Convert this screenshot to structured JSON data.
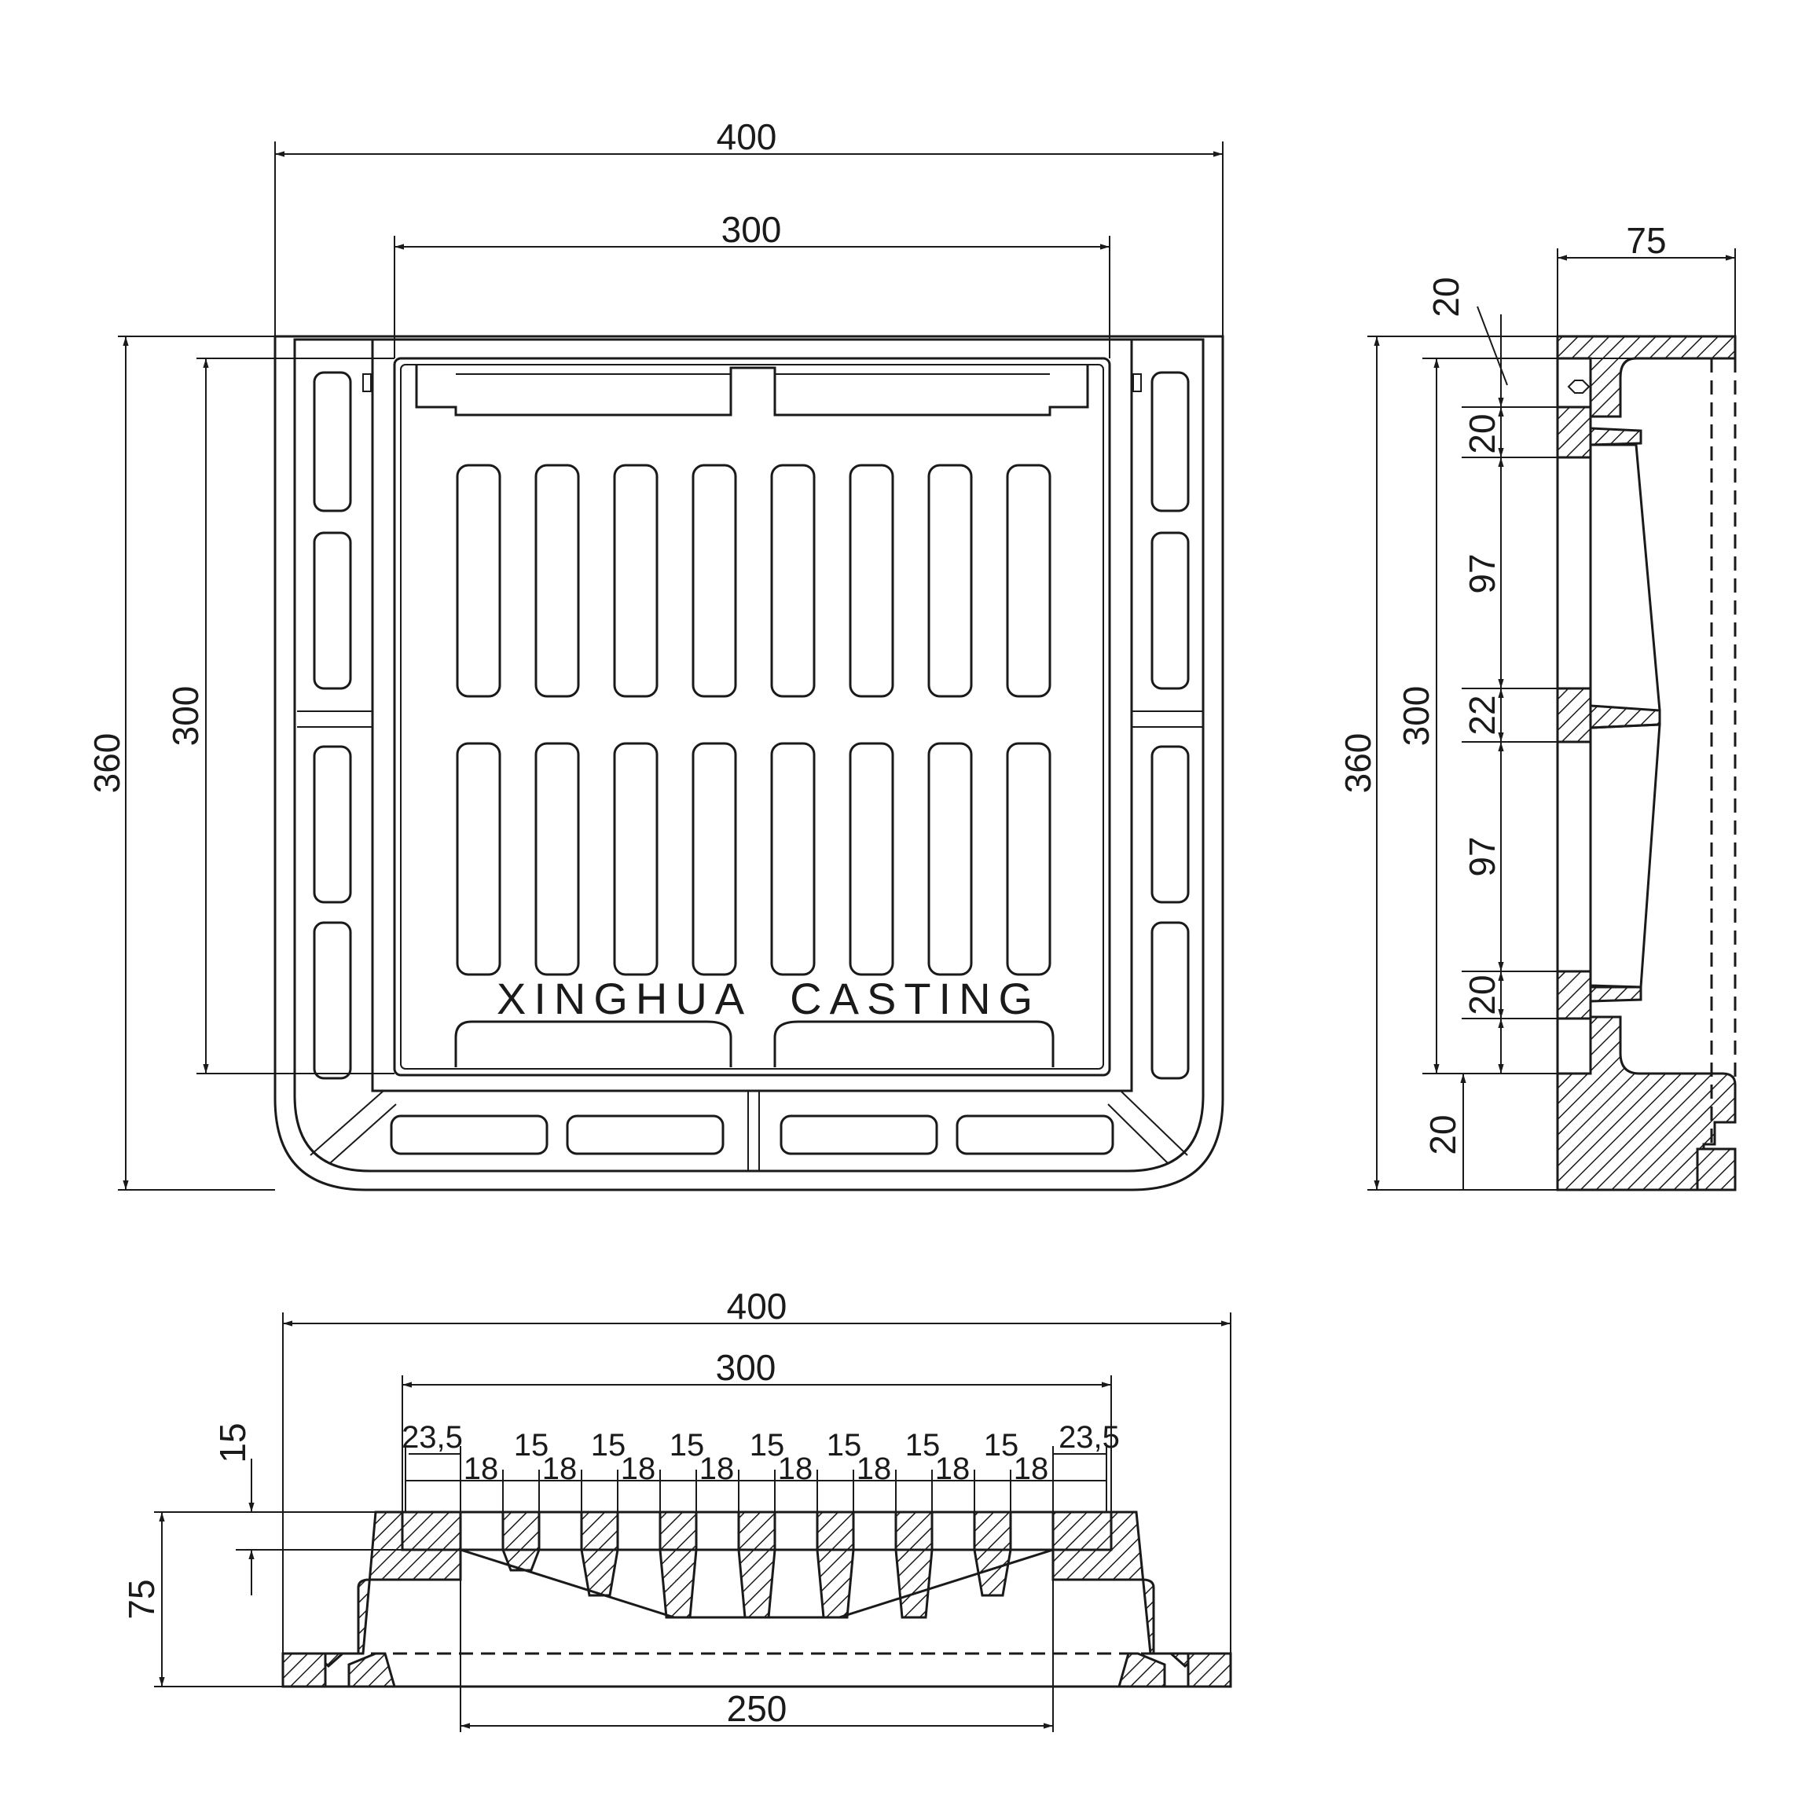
{
  "brand_text": "XINGHUA  CASTING",
  "top_view": {
    "width_outer": "400",
    "width_inner": "300",
    "height_outer": "360",
    "height_inner": "300"
  },
  "side_view": {
    "depth": "75",
    "height_outer": "360",
    "height_inner": "300",
    "segments": [
      "20",
      "20",
      "97",
      "22",
      "97",
      "20",
      "20"
    ]
  },
  "section_view": {
    "width_outer": "400",
    "width_inner": "300",
    "opening": "250",
    "lip": "15",
    "depth": "75",
    "edge_left": "23,5",
    "edge_right": "23,5",
    "rib_labels": [
      "15",
      "15",
      "15",
      "15",
      "15",
      "15",
      "15"
    ],
    "slot_labels": [
      "18",
      "18",
      "18",
      "18",
      "18",
      "18",
      "18",
      "18"
    ]
  }
}
